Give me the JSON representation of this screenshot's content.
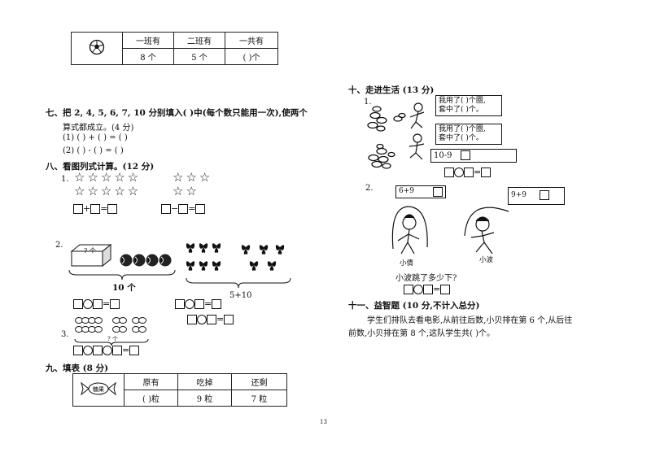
{
  "sec6_table": {
    "headers": [
      "一班有",
      "二班有",
      "一共有"
    ],
    "values": [
      "8 个",
      "5 个",
      "(    )个"
    ]
  },
  "sec7": {
    "title": "七、把 2, 4, 5, 6, 7, 10 分别填入(    )中(每个数只能用一次),使两个",
    "title2": "算式都成立。(4 分)",
    "line1": "(1) (     ) + (     ) = (     )",
    "line2": "(2) (     ) - (     ) = (     )"
  },
  "sec8": {
    "title": "八、看图列式计算。(12 分)",
    "q1": "1.",
    "stars_left": [
      "☆☆☆☆☆",
      "☆☆☆☆☆"
    ],
    "stars_right": [
      "☆☆☆",
      "☆☆"
    ],
    "q2": "2.",
    "box_label": "? 个",
    "brace_label_left": "10 个",
    "brace_label_right": "5+10",
    "q3": "3.",
    "q3_label": "? 个"
  },
  "sec9": {
    "title": "九、填表 (8 分)",
    "candy": "糖果",
    "headers": [
      "原有",
      "吃掉",
      "还剩"
    ],
    "values": [
      "(    )粒",
      "9 粒",
      "7 粒"
    ]
  },
  "sec10": {
    "title": "十、走进生活 (13 分)",
    "q1": "1.",
    "bubble1": [
      "我用了(  )个圈,",
      "套中了(  )个。"
    ],
    "bubble2": [
      "我用了(  )个圈,",
      "套中了(  )个。"
    ],
    "expr1": "10-9",
    "q2": "2.",
    "expr_left": "6+9",
    "expr_right": "9+9",
    "name_left": "小倩",
    "name_right": "小波",
    "question": "小波跳了多少下?"
  },
  "sec11": {
    "title": "十一、益智题 (10 分,不计入总分)",
    "text1": "学生们排队去看电影,从前往后数,小贝排在第 6 个,从后往",
    "text2": "前数,小贝排在第 8 个,这队学生共(     )个。"
  },
  "page_number": "13"
}
